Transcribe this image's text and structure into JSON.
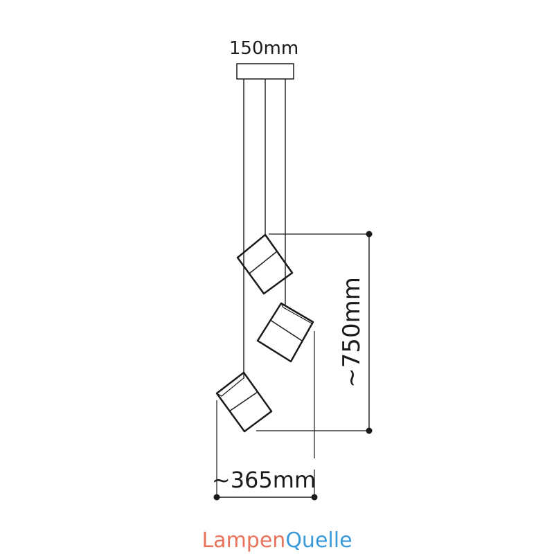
{
  "dimensions": {
    "canopy_width": "150mm",
    "drop_height": "~750mm",
    "spread_width": "~365mm"
  },
  "brand": {
    "part1": "Lampen",
    "part2": "Quelle",
    "color1": "#e8735a",
    "color2": "#3a9ad9"
  },
  "colors": {
    "line": "#1a1a1a"
  }
}
